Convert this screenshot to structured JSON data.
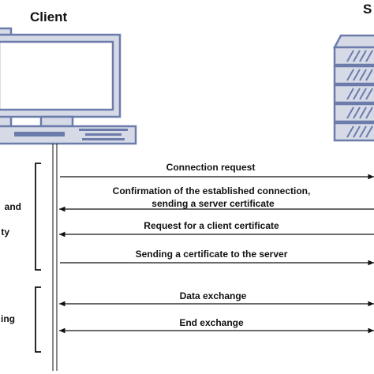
{
  "client": {
    "title": "Client"
  },
  "server": {
    "title": "S"
  },
  "phases": {
    "handshake": {
      "label_line1": "and",
      "label_line2": "ty"
    },
    "transfer": {
      "label": "ing"
    }
  },
  "messages": {
    "connection_request": "Connection request",
    "confirmation_line1": "Confirmation of the established connection,",
    "confirmation_line2": "sending a server certificate",
    "client_cert_request": "Request for a client certificate",
    "send_certificate": "Sending a certificate to the server",
    "data_exchange": "Data exchange",
    "end_exchange": "End exchange"
  },
  "colors": {
    "device_stroke": "#6b7cab",
    "device_fill": "#d6dae6",
    "line": "#111111"
  },
  "icons": {
    "client": "desktop-computer-icon",
    "server": "server-rack-icon"
  }
}
